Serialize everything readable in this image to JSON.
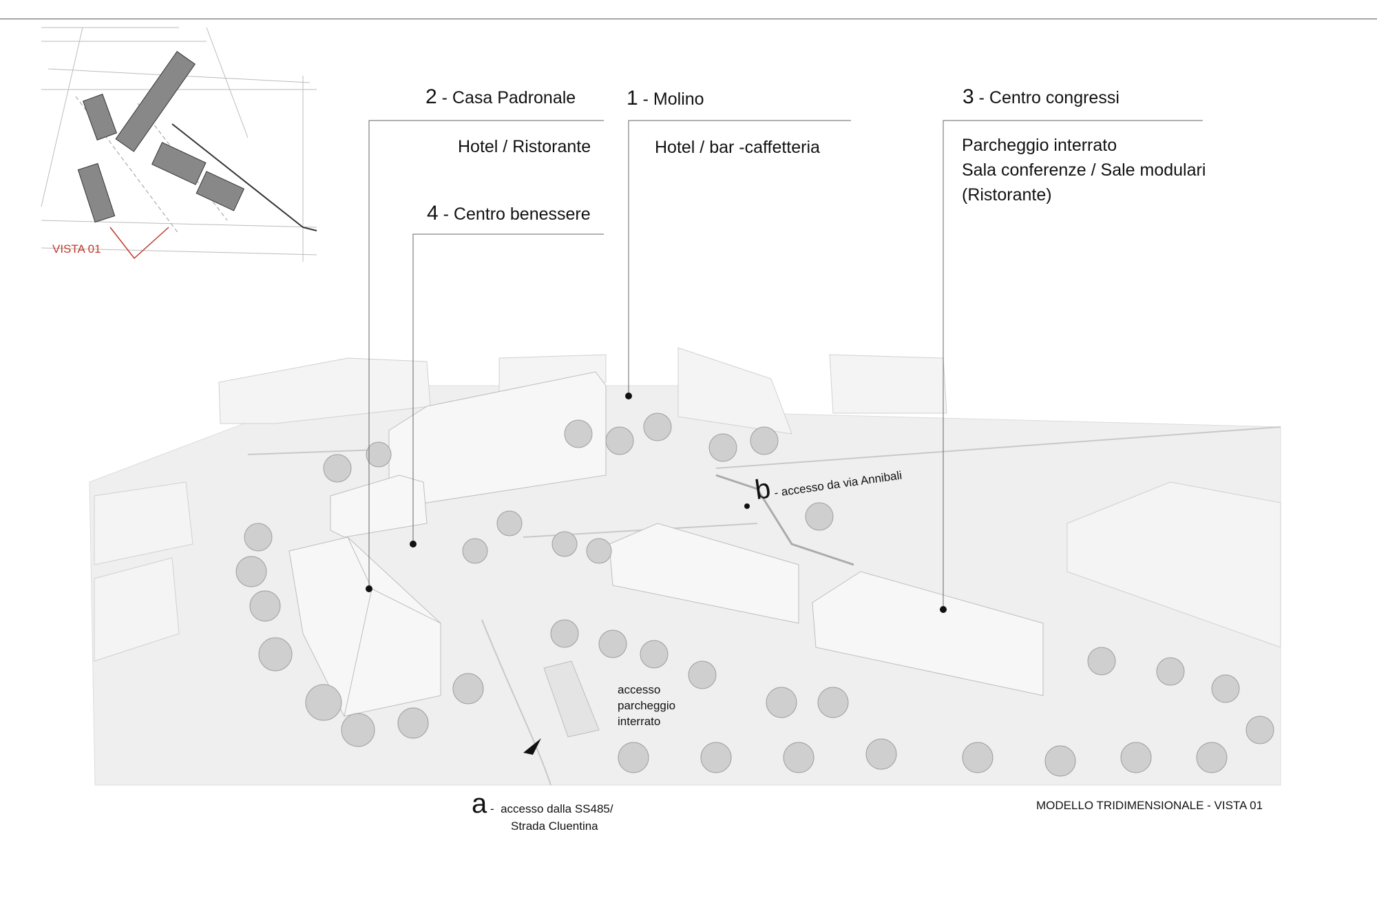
{
  "labels": {
    "molino": {
      "num": "1",
      "title": " - Molino",
      "sub": "Hotel / bar -caffetteria"
    },
    "casa": {
      "num": "2",
      "title": " - Casa Padronale",
      "sub": "Hotel / Ristorante"
    },
    "congressi": {
      "num": "3",
      "title": " - Centro congressi",
      "sub": [
        "Parcheggio interrato",
        "Sala conferenze / Sale modulari",
        "(Ristorante)"
      ]
    },
    "benessere": {
      "num": "4",
      "title": " - Centro benessere"
    }
  },
  "access": {
    "a": {
      "letter": "a",
      "line1": "accesso dalla SS485/",
      "line2": "Strada Cluentina"
    },
    "b": {
      "letter": "b",
      "line1": "accesso da via Annibali"
    },
    "parking": [
      "accesso",
      "parcheggio",
      "interrato"
    ]
  },
  "keyplan": {
    "view_label": "VISTA 01"
  },
  "caption": "MODELLO TRIDIMENSIONALE - VISTA 01",
  "colors": {
    "line": "#555555",
    "accent": "#c0392b",
    "building": "#f2f2f2",
    "ground": "#ececec",
    "tree": "#bdbdbd"
  }
}
